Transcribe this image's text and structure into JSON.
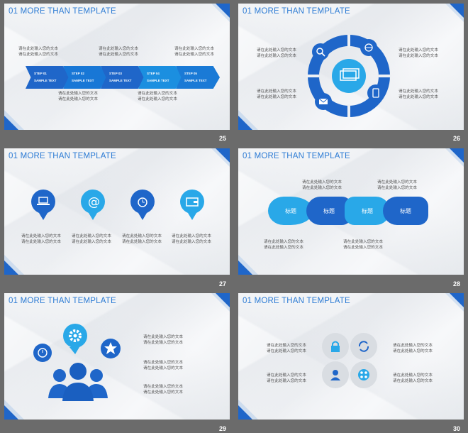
{
  "slides": [
    {
      "title": "01 MORE THAN TEMPLATE",
      "page": "25",
      "texts": [
        "请在此处输入您的文本",
        "请在此处输入您的文本"
      ],
      "steps": [
        {
          "step": "STEP 01",
          "sample": "SAMPLE TEXT"
        },
        {
          "step": "STEP 02",
          "sample": "SAMPLE TEXT"
        },
        {
          "step": "STEP 03",
          "sample": "SAMPLE TEXT"
        },
        {
          "step": "STEP 04",
          "sample": "SAMPLE TEXT"
        },
        {
          "step": "STEP 05",
          "sample": "SAMPLE TEXT"
        }
      ]
    },
    {
      "title": "01 MORE THAN TEMPLATE",
      "page": "26",
      "texts": [
        "请在此处输入您的文本",
        "请在此处输入您的文本"
      ]
    },
    {
      "title": "01 MORE THAN TEMPLATE",
      "page": "27",
      "texts": [
        "请在此处输入您的文本",
        "请在此处输入您的文本"
      ]
    },
    {
      "title": "01 MORE THAN TEMPLATE",
      "page": "28",
      "texts": [
        "请在此处输入您的文本",
        "请在此处输入您的文本"
      ],
      "drops": [
        "标题",
        "标题",
        "标题",
        "标题"
      ]
    },
    {
      "title": "01 MORE THAN TEMPLATE",
      "page": "29",
      "texts": [
        "请在此处输入您的文本",
        "请在此处输入您的文本"
      ]
    },
    {
      "title": "01 MORE THAN TEMPLATE",
      "page": "30",
      "texts": [
        "请在此处输入您的文本",
        "请在此处输入您的文本"
      ]
    }
  ],
  "colors": {
    "accent": "#1f66c9",
    "light": "#29a8e8",
    "text": "#2c7bd4"
  },
  "icons": [
    "search-icon",
    "globe-icon",
    "mail-icon",
    "phone-icon",
    "laptop-icon",
    "at-icon",
    "alarm-clock-icon",
    "wallet-icon",
    "gear-icon",
    "star-icon",
    "clock-icon",
    "users-icon",
    "lock-icon",
    "refresh-icon",
    "person-icon",
    "dots-icon"
  ]
}
